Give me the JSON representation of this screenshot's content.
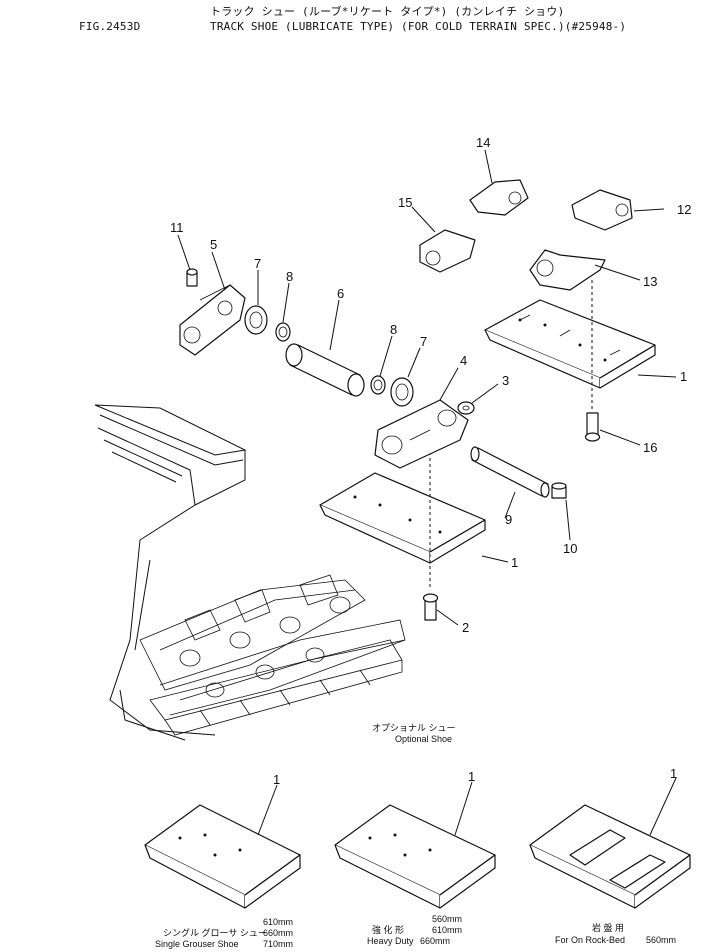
{
  "header": {
    "fig_number": "FIG.2453D",
    "subtitle_jp": "トラック シュー (ルーブ*リケート タイプ*) (カンレイチ ショウ)",
    "title": "TRACK SHOE (LUBRICATE TYPE) (FOR COLD TERRAIN SPEC.)(#25948-)"
  },
  "callouts": [
    "1",
    "1",
    "1",
    "1",
    "1",
    "2",
    "3",
    "4",
    "5",
    "6",
    "7",
    "7",
    "8",
    "8",
    "9",
    "10",
    "11",
    "12",
    "13",
    "14",
    "15",
    "16"
  ],
  "optional_shoe": {
    "label_jp": "オプショナル シュー",
    "label": "Optional Shoe"
  },
  "shoes": [
    {
      "callout": "1",
      "line_jp": "シングル グローサ シュー",
      "line_en": "Single Grouser Shoe",
      "sizes": [
        "610mm",
        "660mm",
        "710mm"
      ]
    },
    {
      "callout": "1",
      "line_jp": "強 化 形",
      "line_en": "Heavy Duty",
      "sizes": [
        "560mm",
        "610mm",
        "660mm"
      ]
    },
    {
      "callout": "1",
      "line_jp": "岩 盤 用",
      "line_en": "For On Rock-Bed",
      "sizes": [
        "560mm"
      ]
    }
  ]
}
